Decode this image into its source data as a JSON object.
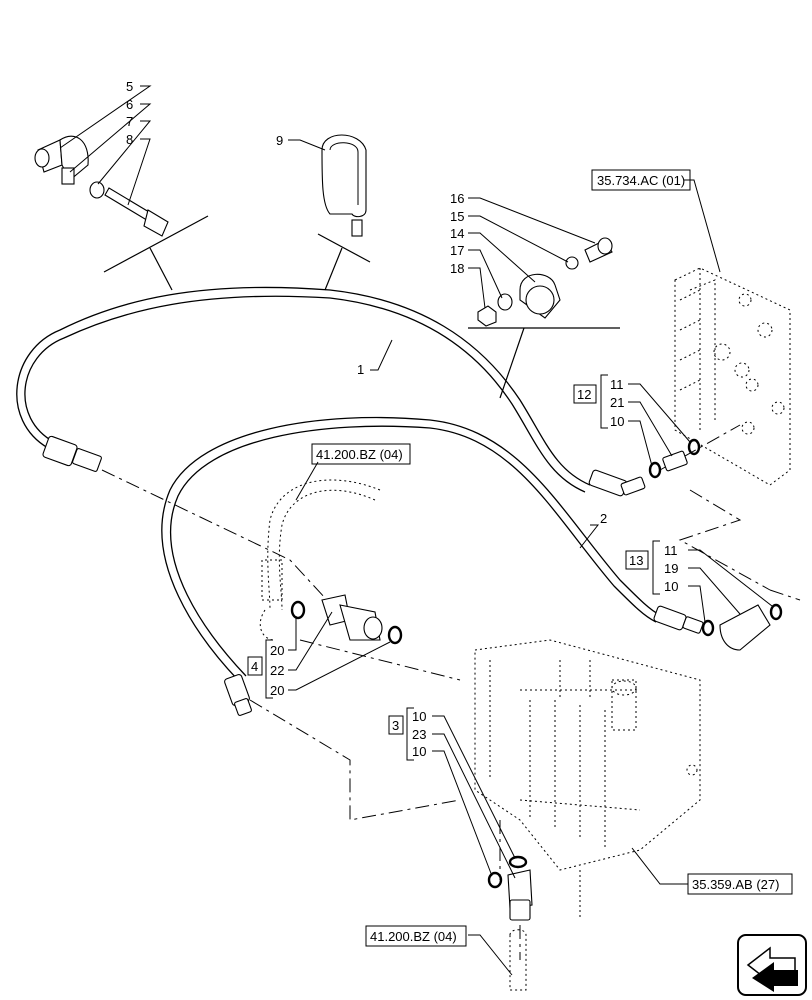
{
  "callouts": {
    "c5": "5",
    "c6": "6",
    "c7": "7",
    "c8": "8",
    "c9": "9",
    "c16": "16",
    "c15": "15",
    "c14": "14",
    "c17": "17",
    "c18": "18",
    "c1": "1",
    "c2": "2",
    "g12_box": "12",
    "g12_a": "11",
    "g12_b": "21",
    "g12_c": "10",
    "g13_box": "13",
    "g13_a": "11",
    "g13_b": "19",
    "g13_c": "10",
    "g4_box": "4",
    "g4_a": "20",
    "g4_b": "22",
    "g4_c": "20",
    "g3_box": "3",
    "g3_a": "10",
    "g3_b": "23",
    "g3_c": "10"
  },
  "references": {
    "ref_top_right": "35.734.AC (01)",
    "ref_mid_left": "41.200.BZ (04)",
    "ref_bottom_right": "35.359.AB (27)",
    "ref_bottom_left": "41.200.BZ (04)"
  },
  "icons": {
    "nav": "page-navigation-arrow-icon"
  }
}
